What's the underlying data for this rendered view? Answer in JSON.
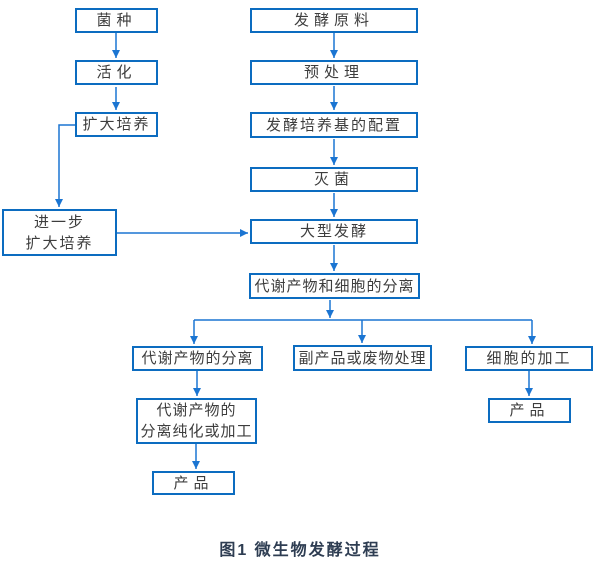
{
  "diagram": {
    "caption": "图1 微生物发酵过程",
    "colors": {
      "box_border": "#0c6cc0",
      "connector": "#1b75d2",
      "box_text": "#3d3d3d",
      "caption_text": "#2e3d52",
      "background": "#ffffff"
    },
    "nodes": {
      "strain": {
        "label": "菌种"
      },
      "activation": {
        "label": "活化"
      },
      "expand_culture": {
        "label": "扩大培养"
      },
      "further_expand": {
        "label": "进一步\n扩大培养"
      },
      "raw_material": {
        "label": "发酵原料"
      },
      "pretreatment": {
        "label": "预处理"
      },
      "medium_prep": {
        "label": "发酵培养基的配置"
      },
      "sterilization": {
        "label": "灭菌"
      },
      "large_ferment": {
        "label": "大型发酵"
      },
      "separation": {
        "label": "代谢产物和细胞的分离"
      },
      "metabolite_sep": {
        "label": "代谢产物的分离"
      },
      "byproduct": {
        "label": "副产品或废物处理"
      },
      "cell_processing": {
        "label": "细胞的加工"
      },
      "purify_process": {
        "label": "代谢产物的\n分离纯化或加工"
      },
      "product_left": {
        "label": "产品"
      },
      "product_right": {
        "label": "产品"
      }
    },
    "edges": [
      {
        "from": "strain",
        "to": "activation"
      },
      {
        "from": "activation",
        "to": "expand_culture"
      },
      {
        "from": "expand_culture",
        "to": "further_expand"
      },
      {
        "from": "further_expand",
        "to": "large_ferment"
      },
      {
        "from": "raw_material",
        "to": "pretreatment"
      },
      {
        "from": "pretreatment",
        "to": "medium_prep"
      },
      {
        "from": "medium_prep",
        "to": "sterilization"
      },
      {
        "from": "sterilization",
        "to": "large_ferment"
      },
      {
        "from": "large_ferment",
        "to": "separation"
      },
      {
        "from": "separation",
        "to": "metabolite_sep"
      },
      {
        "from": "separation",
        "to": "byproduct"
      },
      {
        "from": "separation",
        "to": "cell_processing"
      },
      {
        "from": "metabolite_sep",
        "to": "purify_process"
      },
      {
        "from": "purify_process",
        "to": "product_left"
      },
      {
        "from": "cell_processing",
        "to": "product_right"
      }
    ]
  }
}
